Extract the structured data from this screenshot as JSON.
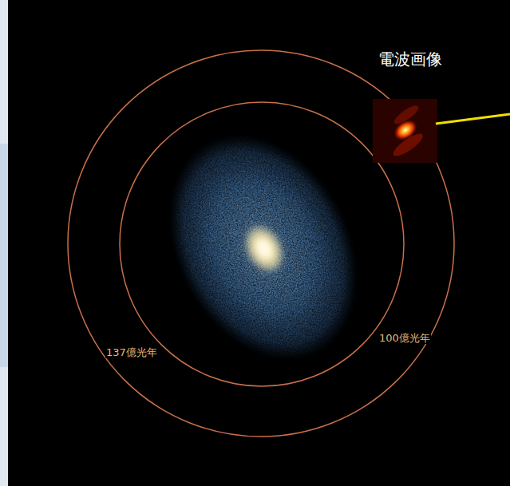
{
  "diagram": {
    "labels": [
      "電波画像",
      "137億光年",
      "100億光年"
    ]
  }
}
